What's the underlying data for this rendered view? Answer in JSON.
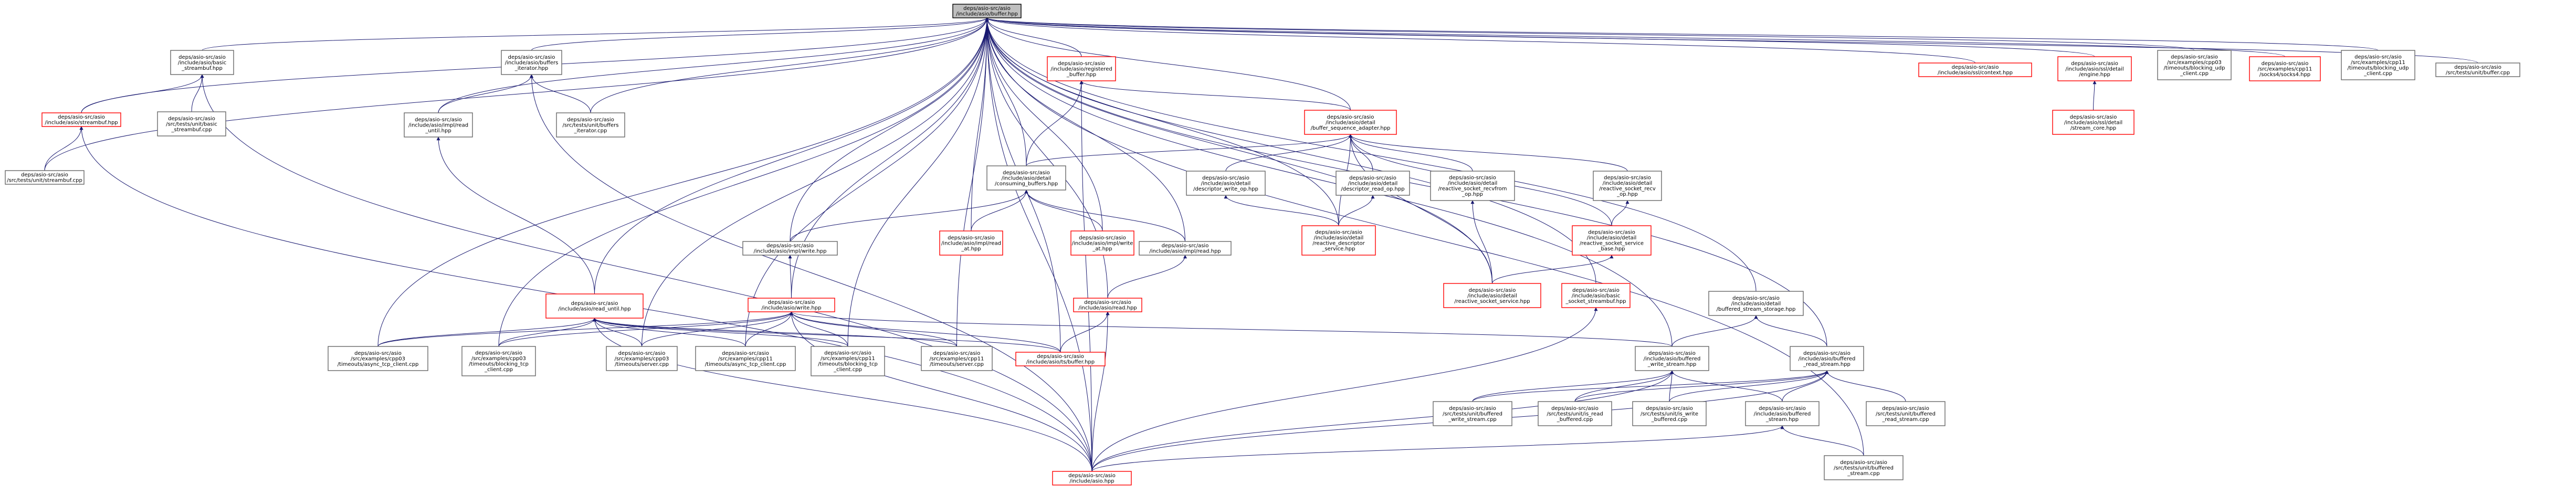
{
  "colors": {
    "edge": "#191970",
    "root_fill": "#bfbfbf",
    "red_border": "#ff0000",
    "gray_border": "#666666"
  },
  "nodes": [
    {
      "id": "root",
      "lines": [
        "deps/asio-src/asio",
        "/include/asio/buffer.hpp"
      ],
      "style": "root"
    },
    {
      "id": "basic_streambuf",
      "lines": [
        "deps/asio-src/asio",
        "/include/asio/basic",
        "_streambuf.hpp"
      ],
      "style": "gray"
    },
    {
      "id": "streambuf",
      "lines": [
        "deps/asio-src/asio",
        "/include/asio/streambuf.hpp"
      ],
      "style": "red"
    },
    {
      "id": "tests_basic_streambuf",
      "lines": [
        "deps/asio-src/asio",
        "/src/tests/unit/basic",
        "_streambuf.cpp"
      ],
      "style": "gray"
    },
    {
      "id": "tests_streambuf",
      "lines": [
        "deps/asio-src/asio",
        "/src/tests/unit/streambuf.cpp"
      ],
      "style": "gray"
    },
    {
      "id": "buffers_iterator",
      "lines": [
        "deps/asio-src/asio",
        "/include/asio/buffers",
        "_iterator.hpp"
      ],
      "style": "gray"
    },
    {
      "id": "impl_read_until",
      "lines": [
        "deps/asio-src/asio",
        "/include/asio/impl/read",
        "_until.hpp"
      ],
      "style": "gray"
    },
    {
      "id": "tests_buffers_iterator",
      "lines": [
        "deps/asio-src/asio",
        "/src/tests/unit/buffers",
        "_iterator.cpp"
      ],
      "style": "gray"
    },
    {
      "id": "registered_buffer",
      "lines": [
        "deps/asio-src/asio",
        "/include/asio/registered",
        "_buffer.hpp"
      ],
      "style": "red"
    },
    {
      "id": "buffer_sequence_adapter",
      "lines": [
        "deps/asio-src/asio",
        "/include/asio/detail",
        "/buffer_sequence_adapter.hpp"
      ],
      "style": "red"
    },
    {
      "id": "consuming_buffers",
      "lines": [
        "deps/asio-src/asio",
        "/include/asio/detail",
        "/consuming_buffers.hpp"
      ],
      "style": "gray"
    },
    {
      "id": "descriptor_write_op",
      "lines": [
        "deps/asio-src/asio",
        "/include/asio/detail",
        "/descriptor_write_op.hpp"
      ],
      "style": "gray"
    },
    {
      "id": "descriptor_read_op",
      "lines": [
        "deps/asio-src/asio",
        "/include/asio/detail",
        "/descriptor_read_op.hpp"
      ],
      "style": "gray"
    },
    {
      "id": "reactive_socket_recvfrom_op",
      "lines": [
        "deps/asio-src/asio",
        "/include/asio/detail",
        "/reactive_socket_recvfrom",
        "_op.hpp"
      ],
      "style": "gray"
    },
    {
      "id": "reactive_socket_recv_op",
      "lines": [
        "deps/asio-src/asio",
        "/include/asio/detail",
        "/reactive_socket_recv",
        "_op.hpp"
      ],
      "style": "gray"
    },
    {
      "id": "reactive_descriptor_service",
      "lines": [
        "deps/asio-src/asio",
        "/include/asio/detail",
        "/reactive_descriptor",
        "_service.hpp"
      ],
      "style": "red"
    },
    {
      "id": "reactive_socket_service_base",
      "lines": [
        "deps/asio-src/asio",
        "/include/asio/detail",
        "/reactive_socket_service",
        "_base.hpp"
      ],
      "style": "red"
    },
    {
      "id": "reactive_socket_service",
      "lines": [
        "deps/asio-src/asio",
        "/include/asio/detail",
        "/reactive_socket_service.hpp"
      ],
      "style": "red"
    },
    {
      "id": "basic_socket_streambuf",
      "lines": [
        "deps/asio-src/asio",
        "/include/asio/basic",
        "_socket_streambuf.hpp"
      ],
      "style": "red"
    },
    {
      "id": "impl_write",
      "lines": [
        "deps/asio-src/asio",
        "/include/asio/impl/write.hpp"
      ],
      "style": "gray"
    },
    {
      "id": "impl_read_at",
      "lines": [
        "deps/asio-src/asio",
        "/include/asio/impl/read",
        "_at.hpp"
      ],
      "style": "red"
    },
    {
      "id": "impl_write_at",
      "lines": [
        "deps/asio-src/asio",
        "/include/asio/impl/write",
        "_at.hpp"
      ],
      "style": "red"
    },
    {
      "id": "impl_read",
      "lines": [
        "deps/asio-src/asio",
        "/include/asio/impl/read.hpp"
      ],
      "style": "gray"
    },
    {
      "id": "read",
      "lines": [
        "deps/asio-src/asio",
        "/include/asio/read.hpp"
      ],
      "style": "red"
    },
    {
      "id": "read_until",
      "lines": [
        "deps/asio-src/asio",
        "/include/asio/read_until.hpp"
      ],
      "style": "red"
    },
    {
      "id": "write",
      "lines": [
        "deps/asio-src/asio",
        "/include/asio/write.hpp"
      ],
      "style": "red"
    },
    {
      "id": "cpp03_async_tcp_client",
      "lines": [
        "deps/asio-src/asio",
        "/src/examples/cpp03",
        "/timeouts/async_tcp_client.cpp"
      ],
      "style": "gray"
    },
    {
      "id": "cpp03_blocking_tcp_client",
      "lines": [
        "deps/asio-src/asio",
        "/src/examples/cpp03",
        "/timeouts/blocking_tcp",
        "_client.cpp"
      ],
      "style": "gray"
    },
    {
      "id": "cpp03_server",
      "lines": [
        "deps/asio-src/asio",
        "/src/examples/cpp03",
        "/timeouts/server.cpp"
      ],
      "style": "gray"
    },
    {
      "id": "cpp11_async_tcp_client",
      "lines": [
        "deps/asio-src/asio",
        "/src/examples/cpp11",
        "/timeouts/async_tcp_client.cpp"
      ],
      "style": "gray"
    },
    {
      "id": "cpp11_blocking_tcp_client",
      "lines": [
        "deps/asio-src/asio",
        "/src/examples/cpp11",
        "/timeouts/blocking_tcp",
        "_client.cpp"
      ],
      "style": "gray"
    },
    {
      "id": "cpp11_server",
      "lines": [
        "deps/asio-src/asio",
        "/src/examples/cpp11",
        "/timeouts/server.cpp"
      ],
      "style": "gray"
    },
    {
      "id": "ts_buffer",
      "lines": [
        "deps/asio-src/asio",
        "/include/asio/ts/buffer.hpp"
      ],
      "style": "red"
    },
    {
      "id": "asio",
      "lines": [
        "deps/asio-src/asio",
        "/include/asio.hpp"
      ],
      "style": "red"
    },
    {
      "id": "buffered_stream_storage",
      "lines": [
        "deps/asio-src/asio",
        "/include/asio/detail",
        "/buffered_stream_storage.hpp"
      ],
      "style": "gray"
    },
    {
      "id": "buffered_write_stream",
      "lines": [
        "deps/asio-src/asio",
        "/include/asio/buffered",
        "_write_stream.hpp"
      ],
      "style": "gray"
    },
    {
      "id": "buffered_read_stream",
      "lines": [
        "deps/asio-src/asio",
        "/include/asio/buffered",
        "_read_stream.hpp"
      ],
      "style": "gray"
    },
    {
      "id": "tests_buffered_write_stream",
      "lines": [
        "deps/asio-src/asio",
        "/src/tests/unit/buffered",
        "_write_stream.cpp"
      ],
      "style": "gray"
    },
    {
      "id": "tests_is_read_buffered",
      "lines": [
        "deps/asio-src/asio",
        "/src/tests/unit/is_read",
        "_buffered.cpp"
      ],
      "style": "gray"
    },
    {
      "id": "tests_is_write_buffered",
      "lines": [
        "deps/asio-src/asio",
        "/src/tests/unit/is_write",
        "_buffered.cpp"
      ],
      "style": "gray"
    },
    {
      "id": "buffered_stream",
      "lines": [
        "deps/asio-src/asio",
        "/include/asio/buffered",
        "_stream.hpp"
      ],
      "style": "gray"
    },
    {
      "id": "tests_buffered_read_stream",
      "lines": [
        "deps/asio-src/asio",
        "/src/tests/unit/buffered",
        "_read_stream.cpp"
      ],
      "style": "gray"
    },
    {
      "id": "tests_buffered_stream",
      "lines": [
        "deps/asio-src/asio",
        "/src/tests/unit/buffered",
        "_stream.cpp"
      ],
      "style": "gray"
    },
    {
      "id": "ssl_context",
      "lines": [
        "deps/asio-src/asio",
        "/include/asio/ssl/context.hpp"
      ],
      "style": "red"
    },
    {
      "id": "ssl_engine",
      "lines": [
        "deps/asio-src/asio",
        "/include/asio/ssl/detail",
        "/engine.hpp"
      ],
      "style": "red"
    },
    {
      "id": "ssl_stream_core",
      "lines": [
        "deps/asio-src/asio",
        "/include/asio/ssl/detail",
        "/stream_core.hpp"
      ],
      "style": "red"
    },
    {
      "id": "cpp03_blocking_udp_client",
      "lines": [
        "deps/asio-src/asio",
        "/src/examples/cpp03",
        "/timeouts/blocking_udp",
        "_client.cpp"
      ],
      "style": "gray"
    },
    {
      "id": "socks4",
      "lines": [
        "deps/asio-src/asio",
        "/src/examples/cpp11",
        "/socks4/socks4.hpp"
      ],
      "style": "red"
    },
    {
      "id": "cpp11_blocking_udp_client",
      "lines": [
        "deps/asio-src/asio",
        "/src/examples/cpp11",
        "/timeouts/blocking_udp",
        "_client.cpp"
      ],
      "style": "gray"
    },
    {
      "id": "tests_buffer",
      "lines": [
        "deps/asio-src/asio",
        "/src/tests/unit/buffer.cpp"
      ],
      "style": "gray"
    }
  ],
  "edges": [
    [
      "root",
      "basic_streambuf"
    ],
    [
      "root",
      "streambuf"
    ],
    [
      "root",
      "tests_streambuf"
    ],
    [
      "root",
      "buffers_iterator"
    ],
    [
      "root",
      "impl_read_until"
    ],
    [
      "root",
      "tests_buffers_iterator"
    ],
    [
      "root",
      "registered_buffer"
    ],
    [
      "root",
      "buffer_sequence_adapter"
    ],
    [
      "root",
      "consuming_buffers"
    ],
    [
      "root",
      "impl_write"
    ],
    [
      "root",
      "impl_read_at"
    ],
    [
      "root",
      "impl_write_at"
    ],
    [
      "root",
      "impl_read"
    ],
    [
      "root",
      "read"
    ],
    [
      "root",
      "read_until"
    ],
    [
      "root",
      "write"
    ],
    [
      "root",
      "cpp03_async_tcp_client"
    ],
    [
      "root",
      "cpp03_blocking_tcp_client"
    ],
    [
      "root",
      "cpp03_server"
    ],
    [
      "root",
      "cpp11_async_tcp_client"
    ],
    [
      "root",
      "cpp11_blocking_tcp_client"
    ],
    [
      "root",
      "cpp11_server"
    ],
    [
      "root",
      "ts_buffer"
    ],
    [
      "root",
      "asio"
    ],
    [
      "root",
      "reactive_descriptor_service"
    ],
    [
      "root",
      "reactive_socket_service"
    ],
    [
      "root",
      "basic_socket_streambuf"
    ],
    [
      "root",
      "buffered_stream_storage"
    ],
    [
      "root",
      "buffered_write_stream"
    ],
    [
      "root",
      "buffered_read_stream"
    ],
    [
      "root",
      "tests_buffered_stream"
    ],
    [
      "root",
      "ssl_context"
    ],
    [
      "root",
      "ssl_engine"
    ],
    [
      "root",
      "cpp03_blocking_udp_client"
    ],
    [
      "root",
      "socks4"
    ],
    [
      "root",
      "cpp11_blocking_udp_client"
    ],
    [
      "root",
      "tests_buffer"
    ],
    [
      "basic_streambuf",
      "streambuf"
    ],
    [
      "basic_streambuf",
      "tests_basic_streambuf"
    ],
    [
      "basic_streambuf",
      "asio"
    ],
    [
      "streambuf",
      "tests_streambuf"
    ],
    [
      "streambuf",
      "asio"
    ],
    [
      "buffers_iterator",
      "impl_read_until"
    ],
    [
      "buffers_iterator",
      "tests_buffers_iterator"
    ],
    [
      "buffers_iterator",
      "asio"
    ],
    [
      "impl_read_until",
      "read_until"
    ],
    [
      "registered_buffer",
      "buffer_sequence_adapter"
    ],
    [
      "registered_buffer",
      "consuming_buffers"
    ],
    [
      "registered_buffer",
      "asio"
    ],
    [
      "buffer_sequence_adapter",
      "consuming_buffers"
    ],
    [
      "buffer_sequence_adapter",
      "descriptor_write_op"
    ],
    [
      "buffer_sequence_adapter",
      "descriptor_read_op"
    ],
    [
      "buffer_sequence_adapter",
      "reactive_socket_recvfrom_op"
    ],
    [
      "buffer_sequence_adapter",
      "reactive_socket_recv_op"
    ],
    [
      "buffer_sequence_adapter",
      "reactive_descriptor_service"
    ],
    [
      "buffer_sequence_adapter",
      "reactive_socket_service_base"
    ],
    [
      "buffer_sequence_adapter",
      "reactive_socket_service"
    ],
    [
      "consuming_buffers",
      "impl_write"
    ],
    [
      "consuming_buffers",
      "impl_read_at"
    ],
    [
      "consuming_buffers",
      "impl_write_at"
    ],
    [
      "consuming_buffers",
      "impl_read"
    ],
    [
      "descriptor_write_op",
      "reactive_descriptor_service"
    ],
    [
      "descriptor_read_op",
      "reactive_descriptor_service"
    ],
    [
      "reactive_socket_recvfrom_op",
      "reactive_socket_service"
    ],
    [
      "reactive_socket_recv_op",
      "reactive_socket_service_base"
    ],
    [
      "reactive_socket_service_base",
      "reactive_socket_service"
    ],
    [
      "impl_write",
      "write"
    ],
    [
      "impl_read",
      "read"
    ],
    [
      "read",
      "ts_buffer"
    ],
    [
      "read",
      "asio"
    ],
    [
      "read_until",
      "cpp03_async_tcp_client"
    ],
    [
      "read_until",
      "cpp03_blocking_tcp_client"
    ],
    [
      "read_until",
      "cpp03_server"
    ],
    [
      "read_until",
      "cpp11_async_tcp_client"
    ],
    [
      "read_until",
      "cpp11_blocking_tcp_client"
    ],
    [
      "read_until",
      "cpp11_server"
    ],
    [
      "read_until",
      "ts_buffer"
    ],
    [
      "read_until",
      "asio"
    ],
    [
      "write",
      "cpp03_async_tcp_client"
    ],
    [
      "write",
      "cpp03_blocking_tcp_client"
    ],
    [
      "write",
      "cpp03_server"
    ],
    [
      "write",
      "cpp11_async_tcp_client"
    ],
    [
      "write",
      "cpp11_blocking_tcp_client"
    ],
    [
      "write",
      "cpp11_server"
    ],
    [
      "write",
      "ts_buffer"
    ],
    [
      "write",
      "asio"
    ],
    [
      "write",
      "buffered_write_stream"
    ],
    [
      "basic_socket_streambuf",
      "asio"
    ],
    [
      "buffered_stream_storage",
      "buffered_write_stream"
    ],
    [
      "buffered_stream_storage",
      "buffered_read_stream"
    ],
    [
      "buffered_write_stream",
      "tests_buffered_write_stream"
    ],
    [
      "buffered_write_stream",
      "tests_is_read_buffered"
    ],
    [
      "buffered_write_stream",
      "tests_is_write_buffered"
    ],
    [
      "buffered_write_stream",
      "buffered_stream"
    ],
    [
      "buffered_write_stream",
      "asio"
    ],
    [
      "buffered_read_stream",
      "tests_buffered_write_stream"
    ],
    [
      "buffered_read_stream",
      "tests_is_read_buffered"
    ],
    [
      "buffered_read_stream",
      "tests_is_write_buffered"
    ],
    [
      "buffered_read_stream",
      "buffered_stream"
    ],
    [
      "buffered_read_stream",
      "tests_buffered_read_stream"
    ],
    [
      "buffered_read_stream",
      "asio"
    ],
    [
      "buffered_stream",
      "tests_buffered_stream"
    ],
    [
      "buffered_stream",
      "asio"
    ],
    [
      "ssl_engine",
      "ssl_stream_core"
    ]
  ]
}
